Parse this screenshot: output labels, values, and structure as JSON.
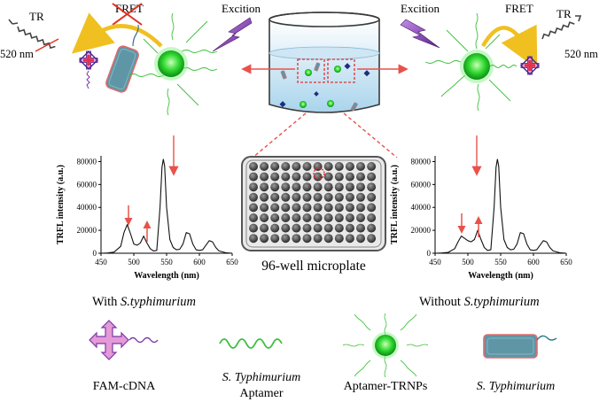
{
  "top": {
    "left_tr": "TR",
    "left_fret": "FRET",
    "left_wavelength": "520 nm",
    "left_excitation": "Excition",
    "right_excitation": "Excition",
    "right_fret": "FRET",
    "right_tr": "TR",
    "right_wavelength": "520 nm"
  },
  "microplate": {
    "label": "96-well microplate",
    "rows": 8,
    "cols": 12
  },
  "charts": {
    "left_caption_prefix": "With ",
    "left_caption_species": "S.typhimurium",
    "right_caption_prefix": "Without ",
    "right_caption_species": "S.typhimurium"
  },
  "chart_data": [
    {
      "type": "line",
      "xlabel": "Wavelength (nm)",
      "ylabel": "TRFL intensity (a.u.)",
      "xlim": [
        450,
        650
      ],
      "ylim": [
        0,
        85000
      ],
      "xticks": [
        450,
        500,
        550,
        600,
        650
      ],
      "yticks": [
        0,
        20000,
        40000,
        60000,
        80000
      ],
      "x": [
        450,
        460,
        470,
        480,
        485,
        490,
        495,
        500,
        505,
        510,
        515,
        520,
        525,
        530,
        535,
        540,
        543,
        545,
        547,
        550,
        555,
        560,
        565,
        570,
        575,
        580,
        585,
        590,
        595,
        600,
        605,
        610,
        615,
        620,
        625,
        630,
        640,
        650
      ],
      "y": [
        0,
        200,
        1000,
        6000,
        18000,
        25000,
        17000,
        8000,
        7000,
        9000,
        15000,
        9000,
        4000,
        2000,
        2500,
        40000,
        75000,
        82000,
        76000,
        40000,
        12000,
        5000,
        3000,
        3500,
        8000,
        18000,
        17000,
        8000,
        3000,
        2500,
        3000,
        7000,
        11000,
        10000,
        5000,
        2000,
        500,
        0
      ]
    },
    {
      "type": "line",
      "xlabel": "Wavelength (nm)",
      "ylabel": "TRFL intensity (a.u.)",
      "xlim": [
        450,
        650
      ],
      "ylim": [
        0,
        85000
      ],
      "xticks": [
        450,
        500,
        550,
        600,
        650
      ],
      "yticks": [
        0,
        20000,
        40000,
        60000,
        80000
      ],
      "x": [
        450,
        460,
        470,
        480,
        485,
        490,
        495,
        500,
        505,
        510,
        515,
        520,
        525,
        530,
        535,
        540,
        543,
        545,
        547,
        550,
        555,
        560,
        565,
        570,
        575,
        580,
        585,
        590,
        595,
        600,
        605,
        610,
        615,
        620,
        625,
        630,
        640,
        650
      ],
      "y": [
        0,
        200,
        800,
        4000,
        10000,
        15000,
        13000,
        11000,
        10000,
        12000,
        20000,
        12000,
        5000,
        2500,
        3000,
        40000,
        75000,
        82000,
        76000,
        40000,
        12000,
        5000,
        3000,
        3500,
        8000,
        18000,
        17000,
        8000,
        3000,
        2500,
        3000,
        7000,
        11000,
        10000,
        5000,
        2000,
        500,
        0
      ]
    }
  ],
  "legend": {
    "fam_label": "FAM-cDNA",
    "aptamer_line1": "S. Typhimurium",
    "aptamer_line2": "Aptamer",
    "trnp_label": "Aptamer-TRNPs",
    "bacteria_label": "S. Typhimurium"
  },
  "colors": {
    "nanoparticle": "#2fd82f",
    "strand": "#3bbf3b",
    "arrow_red": "#e8524a",
    "bacteria_fill": "#5e96a6",
    "bacteria_border": "#e06b6b",
    "lightning": "#7a2fb0",
    "fret_arrow": "#f0c020",
    "cross_pink": "#e59ad8",
    "cross_border": "#7a38a8"
  }
}
